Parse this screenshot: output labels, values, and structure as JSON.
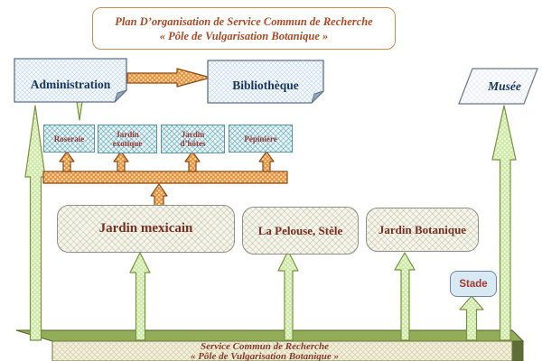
{
  "title": {
    "line1": "Plan D’organisation de  Service Commun de Recherche",
    "line2": "« Pôle de Vulgarisation Botanique »"
  },
  "nodes": {
    "administration": {
      "label": "Administration"
    },
    "bibliotheque": {
      "label": "Bibliothèque"
    },
    "musee": {
      "label": "Musée"
    },
    "roseraie": {
      "label": "Roseraie"
    },
    "jardin_exotique": {
      "label": "Jardin exotique"
    },
    "jardin_hotes": {
      "label": "Jardin d’hôtes"
    },
    "pepiniere": {
      "label": "Pépinière"
    },
    "jardin_mexicain": {
      "label": "Jardin mexicain"
    },
    "pelouse": {
      "label": "La Pelouse, Stèle"
    },
    "jardin_botanique": {
      "label": "Jardin Botanique"
    },
    "stade": {
      "label": "Stade"
    }
  },
  "footer": {
    "line1": "Service Commun de Recherche",
    "line2": "« Pôle de Vulgarisation Botanique »"
  },
  "colors": {
    "title_text": "#ad4a24",
    "title_border": "#cf8a4e",
    "navy_text": "#17365d",
    "maroon_text": "#943634",
    "garden_text": "#772f1f",
    "footer_text": "#8b3a2e",
    "orange_fill": "#e8913f",
    "orange_stroke": "#8c4a12",
    "green_fill": "#cce9a3",
    "green_stroke": "#76923c",
    "slab_top": "#93ac57",
    "slab_side": "#5c6e35"
  }
}
